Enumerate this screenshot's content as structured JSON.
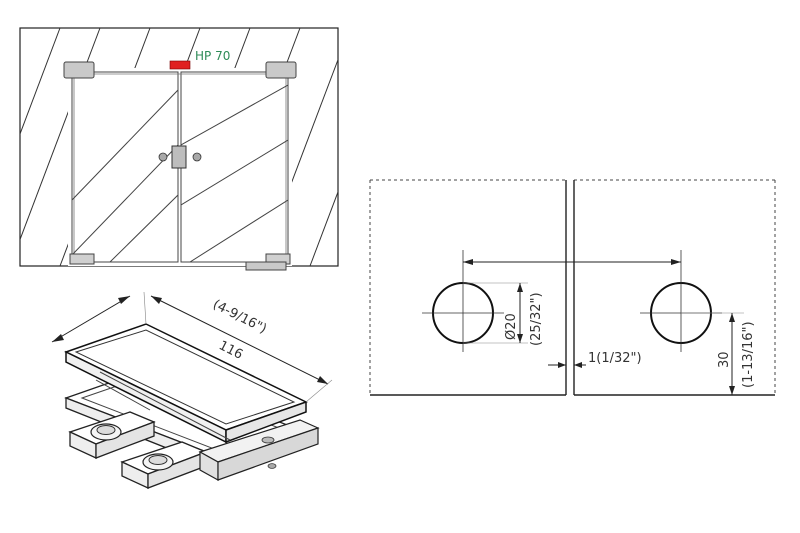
{
  "door_elevation": {
    "model_label": "HP 70",
    "label_color": "#2e8b57",
    "accent_color": "#e02020"
  },
  "isometric": {
    "length_mm": "116",
    "length_in": "(4-9/16\")"
  },
  "hole_template": {
    "diameter_mm": "Ø20",
    "diameter_in": "(25/32\")",
    "gap_label": "1(1/32\")",
    "height_mm": "30",
    "height_in": "(1-13/16\")"
  }
}
